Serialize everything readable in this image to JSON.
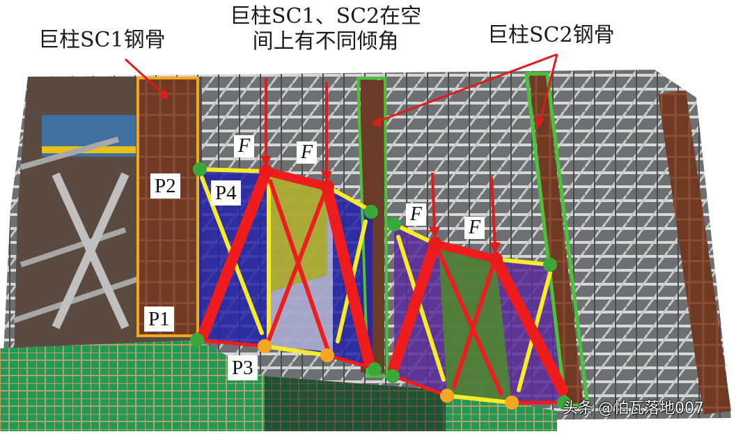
{
  "captions": {
    "sc1_steel": "巨柱SC1钢骨",
    "tilt_note_line1": "巨柱SC1、SC2在空",
    "tilt_note_line2": "间上有不同倾角",
    "sc2_steel": "巨柱SC2钢骨"
  },
  "point_labels": {
    "p1": "P1",
    "p2": "P2",
    "p3": "P3",
    "p4": "P4"
  },
  "force_labels": [
    "F",
    "F",
    "F",
    "F"
  ],
  "watermark": "头条 @怕瓦落地007",
  "colors": {
    "sc1_box": "#f2a81d",
    "sc2_box": "#4cc13a",
    "arrow": "#e01b1b",
    "thick_brace": "#ee1c1c",
    "thin_brace": "#f7ec2a",
    "node_green": "#3aa93a",
    "node_orange": "#f5a623",
    "node_red": "#e81b1b",
    "panel_blue": "#2a2aa8",
    "panel_purple": "#5a2c9a",
    "panel_yellow": "#b8b820",
    "panel_green": "#4f8a2a",
    "scaffold_green": "#1e9a56",
    "steel_rust": "#7a4028"
  }
}
